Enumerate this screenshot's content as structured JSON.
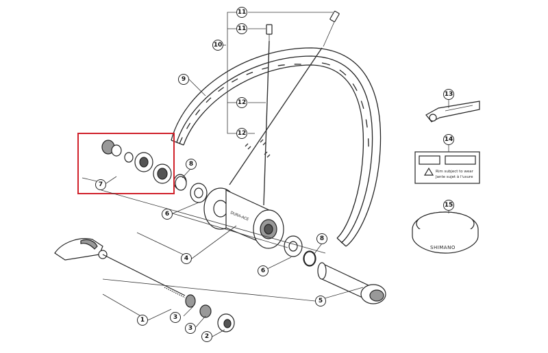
{
  "callouts": [
    "1",
    "2",
    "3",
    "3",
    "4",
    "5",
    "6",
    "6",
    "7",
    "8",
    "8",
    "9",
    "10",
    "11",
    "11",
    "12",
    "12",
    "13",
    "14",
    "15"
  ],
  "highlight_color": "#d0202a",
  "label_14": {
    "line1": "Rim subject to wear",
    "line2": "Jante sujet à l'usure"
  },
  "rim_tape_brand": "SHIMANO",
  "hub_brand": "DURA-ACE"
}
